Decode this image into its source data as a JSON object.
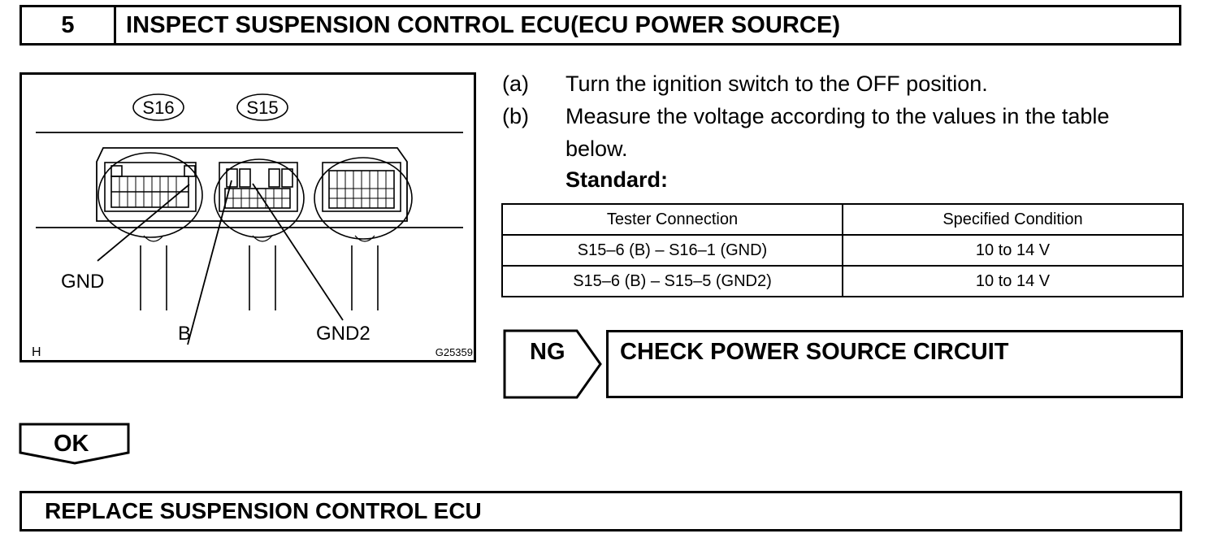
{
  "step": {
    "number": "5",
    "title": "INSPECT SUSPENSION CONTROL ECU(ECU POWER SOURCE)"
  },
  "diagram": {
    "connector_labels": [
      "S16",
      "S15"
    ],
    "terminal_labels": {
      "gnd": "GND",
      "b": "B",
      "gnd2": "GND2"
    },
    "corner_label": "H",
    "figure_id": "G25359"
  },
  "instructions": [
    {
      "label": "(a)",
      "text": "Turn the ignition switch to the OFF position."
    },
    {
      "label": "(b)",
      "text_line1": "Measure the voltage according to the values in the table",
      "text_line2": "below."
    }
  ],
  "standard_label": "Standard:",
  "table": {
    "headers": [
      "Tester Connection",
      "Specified Condition"
    ],
    "rows": [
      [
        "S15–6 (B) – S16–1 (GND)",
        "10 to 14 V"
      ],
      [
        "S15–6 (B) – S15–5 (GND2)",
        "10 to 14 V"
      ]
    ]
  },
  "ng": {
    "label": "NG",
    "action": "CHECK POWER SOURCE CIRCUIT"
  },
  "ok": {
    "label": "OK",
    "action": "REPLACE SUSPENSION CONTROL ECU"
  }
}
